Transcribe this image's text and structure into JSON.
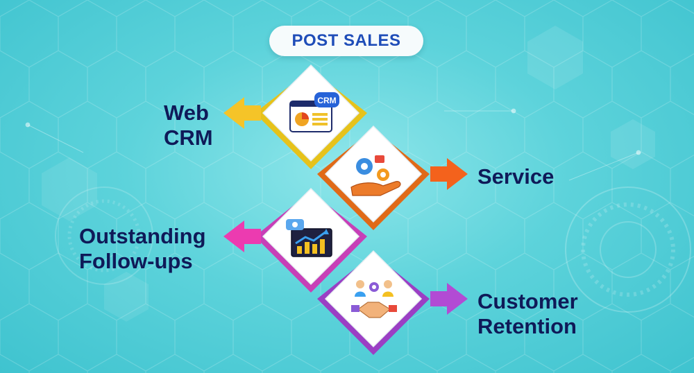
{
  "header": {
    "title": "POST SALES"
  },
  "steps": [
    {
      "label": "Web\nCRM",
      "icon": "crm-dashboard-icon",
      "badge": "CRM",
      "accent": "#e6c21b",
      "arrow_color": "#f5c428",
      "side": "left"
    },
    {
      "label": "Service",
      "icon": "service-gears-hand-icon",
      "accent": "#e06a18",
      "arrow_color": "#f4621c",
      "side": "right"
    },
    {
      "label": "Outstanding\nFollow-ups",
      "icon": "growth-chart-icon",
      "accent": "#c73fb7",
      "arrow_color": "#ec3bb0",
      "side": "left"
    },
    {
      "label": "Customer\nRetention",
      "icon": "handshake-team-icon",
      "accent": "#9b3fc4",
      "arrow_color": "#b24bd4",
      "side": "right"
    }
  ]
}
